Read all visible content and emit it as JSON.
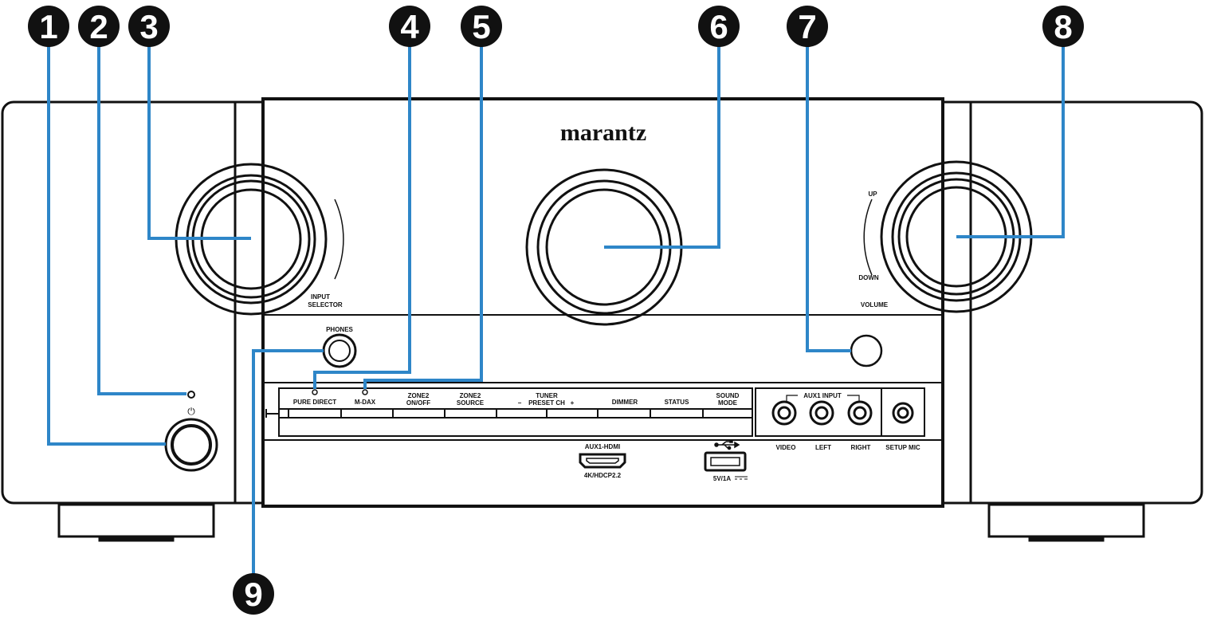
{
  "brand": "marantz",
  "callouts": [
    "1",
    "2",
    "3",
    "4",
    "5",
    "6",
    "7",
    "8",
    "9"
  ],
  "knob_labels": {
    "input_selector_line1": "INPUT",
    "input_selector_line2": "SELECTOR",
    "volume": "VOLUME",
    "up": "UP",
    "down": "DOWN"
  },
  "phones": "PHONES",
  "power_symbol": "⏻",
  "buttons": {
    "pure_direct": "PURE DIRECT",
    "m_dax": "M-DAX",
    "zone2_onoff_line1": "ZONE2",
    "zone2_onoff_line2": "ON/OFF",
    "zone2_source_line1": "ZONE2",
    "zone2_source_line2": "SOURCE",
    "tuner": "TUNER",
    "preset_ch": "PRESET CH",
    "minus": "−",
    "plus": "+",
    "dimmer": "DIMMER",
    "status": "STATUS",
    "sound_mode_line1": "SOUND",
    "sound_mode_line2": "MODE"
  },
  "aux1": {
    "title": "AUX1 INPUT",
    "video": "VIDEO",
    "left": "LEFT",
    "right": "RIGHT",
    "setup_mic": "SETUP MIC"
  },
  "ports": {
    "hdmi_top": "AUX1-HDMI",
    "hdmi_bottom": "4K/HDCP2.2",
    "usb_rating": "5V/1A"
  },
  "colors": {
    "callout_line": "#2e86c8",
    "body_outline": "#111111"
  }
}
